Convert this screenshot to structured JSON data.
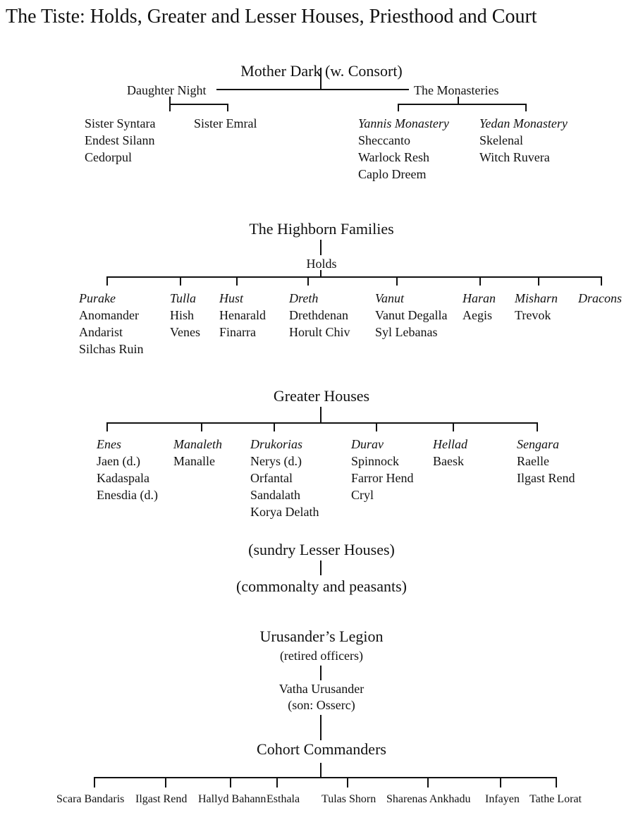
{
  "title": "The Tiste: Holds, Greater and Lesser Houses, Priesthood and Court",
  "court": {
    "root": "Mother Dark (w. Consort)",
    "daughter_night": {
      "label": "Daughter Night",
      "columns": [
        {
          "members": [
            "Sister Syntara",
            "Endest Silann",
            "Cedorpul"
          ]
        },
        {
          "members": [
            "Sister Emral"
          ]
        }
      ]
    },
    "monasteries": {
      "label": "The Monasteries",
      "columns": [
        {
          "name": "Yannis Monastery",
          "members": [
            "Sheccanto",
            "Warlock Resh",
            "Caplo Dreem"
          ]
        },
        {
          "name": "Yedan Monastery",
          "members": [
            "Skelenal",
            "Witch Ruvera"
          ]
        }
      ]
    }
  },
  "highborn": {
    "label": "The Highborn Families",
    "sub": "Holds",
    "holds": [
      {
        "name": "Purake",
        "members": [
          "Anomander",
          "Andarist",
          "Silchas Ruin"
        ]
      },
      {
        "name": "Tulla",
        "members": [
          "Hish",
          "Venes"
        ]
      },
      {
        "name": "Hust",
        "members": [
          "Henarald",
          "Finarra"
        ]
      },
      {
        "name": "Dreth",
        "members": [
          "Drethdenan",
          "Horult Chiv"
        ]
      },
      {
        "name": "Vanut",
        "members": [
          "Vanut Degalla",
          "Syl Lebanas"
        ]
      },
      {
        "name": "Haran",
        "members": [
          "Aegis"
        ]
      },
      {
        "name": "Misharn",
        "members": [
          "Trevok"
        ]
      },
      {
        "name": "Dracons",
        "members": []
      }
    ]
  },
  "greater": {
    "label": "Greater Houses",
    "houses": [
      {
        "name": "Enes",
        "members": [
          "Jaen (d.)",
          "Kadaspala",
          "Enesdia (d.)"
        ]
      },
      {
        "name": "Manaleth",
        "members": [
          "Manalle"
        ]
      },
      {
        "name": "Drukorias",
        "members": [
          "Nerys (d.)",
          "Orfantal",
          "Sandalath",
          "Korya Delath"
        ]
      },
      {
        "name": "Durav",
        "members": [
          "Spinnock",
          "Farror Hend",
          "Cryl"
        ]
      },
      {
        "name": "Hellad",
        "members": [
          "Baesk"
        ]
      },
      {
        "name": "Sengara",
        "members": [
          "Raelle",
          "Ilgast Rend"
        ]
      }
    ]
  },
  "lesser": "(sundry Lesser Houses)",
  "commons": "(commonalty and peasants)",
  "legion": {
    "label": "Urusander’s Legion",
    "note": "(retired officers)",
    "leader": "Vatha Urusander",
    "leader_note": "(son: Osserc)",
    "commanders_label": "Cohort Commanders",
    "commanders": [
      "Scara Bandaris",
      "Ilgast Rend",
      "Hallyd Bahann",
      "Esthala",
      "Tulas Shorn",
      "Sharenas Ankhadu",
      "Infayen",
      "Tathe Lorat"
    ]
  }
}
